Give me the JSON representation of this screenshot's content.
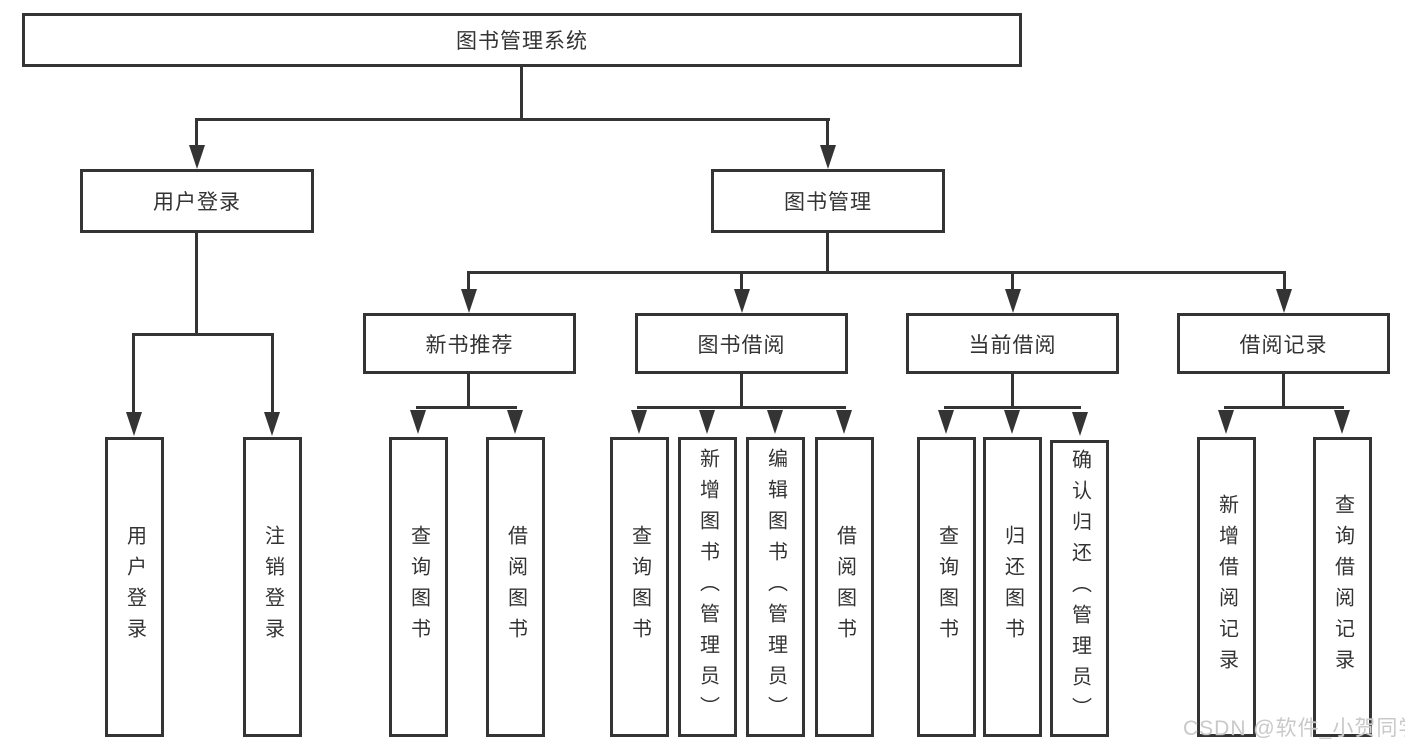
{
  "diagram": {
    "root": {
      "label": "图书管理系统"
    },
    "level2": [
      {
        "label": "用户登录"
      },
      {
        "label": "图书管理"
      }
    ],
    "level3": [
      {
        "label": "新书推荐"
      },
      {
        "label": "图书借阅"
      },
      {
        "label": "当前借阅"
      },
      {
        "label": "借阅记录"
      }
    ],
    "leaves": [
      {
        "label": "用户登录"
      },
      {
        "label": "注销登录"
      },
      {
        "label": "查询图书"
      },
      {
        "label": "借阅图书"
      },
      {
        "label": "查询图书"
      },
      {
        "label": "新增图书（管理员）"
      },
      {
        "label": "编辑图书（管理员）"
      },
      {
        "label": "借阅图书"
      },
      {
        "label": "查询图书"
      },
      {
        "label": "归还图书"
      },
      {
        "label": "确认归还（管理员）"
      },
      {
        "label": "新增借阅记录"
      },
      {
        "label": "查询借阅记录"
      }
    ]
  },
  "watermark": {
    "label": "CSDN @软件_小贺同学"
  },
  "colors": {
    "line": "#343434",
    "text": "#333333",
    "background": "#ffffff",
    "watermark": "#c9c9c9"
  }
}
